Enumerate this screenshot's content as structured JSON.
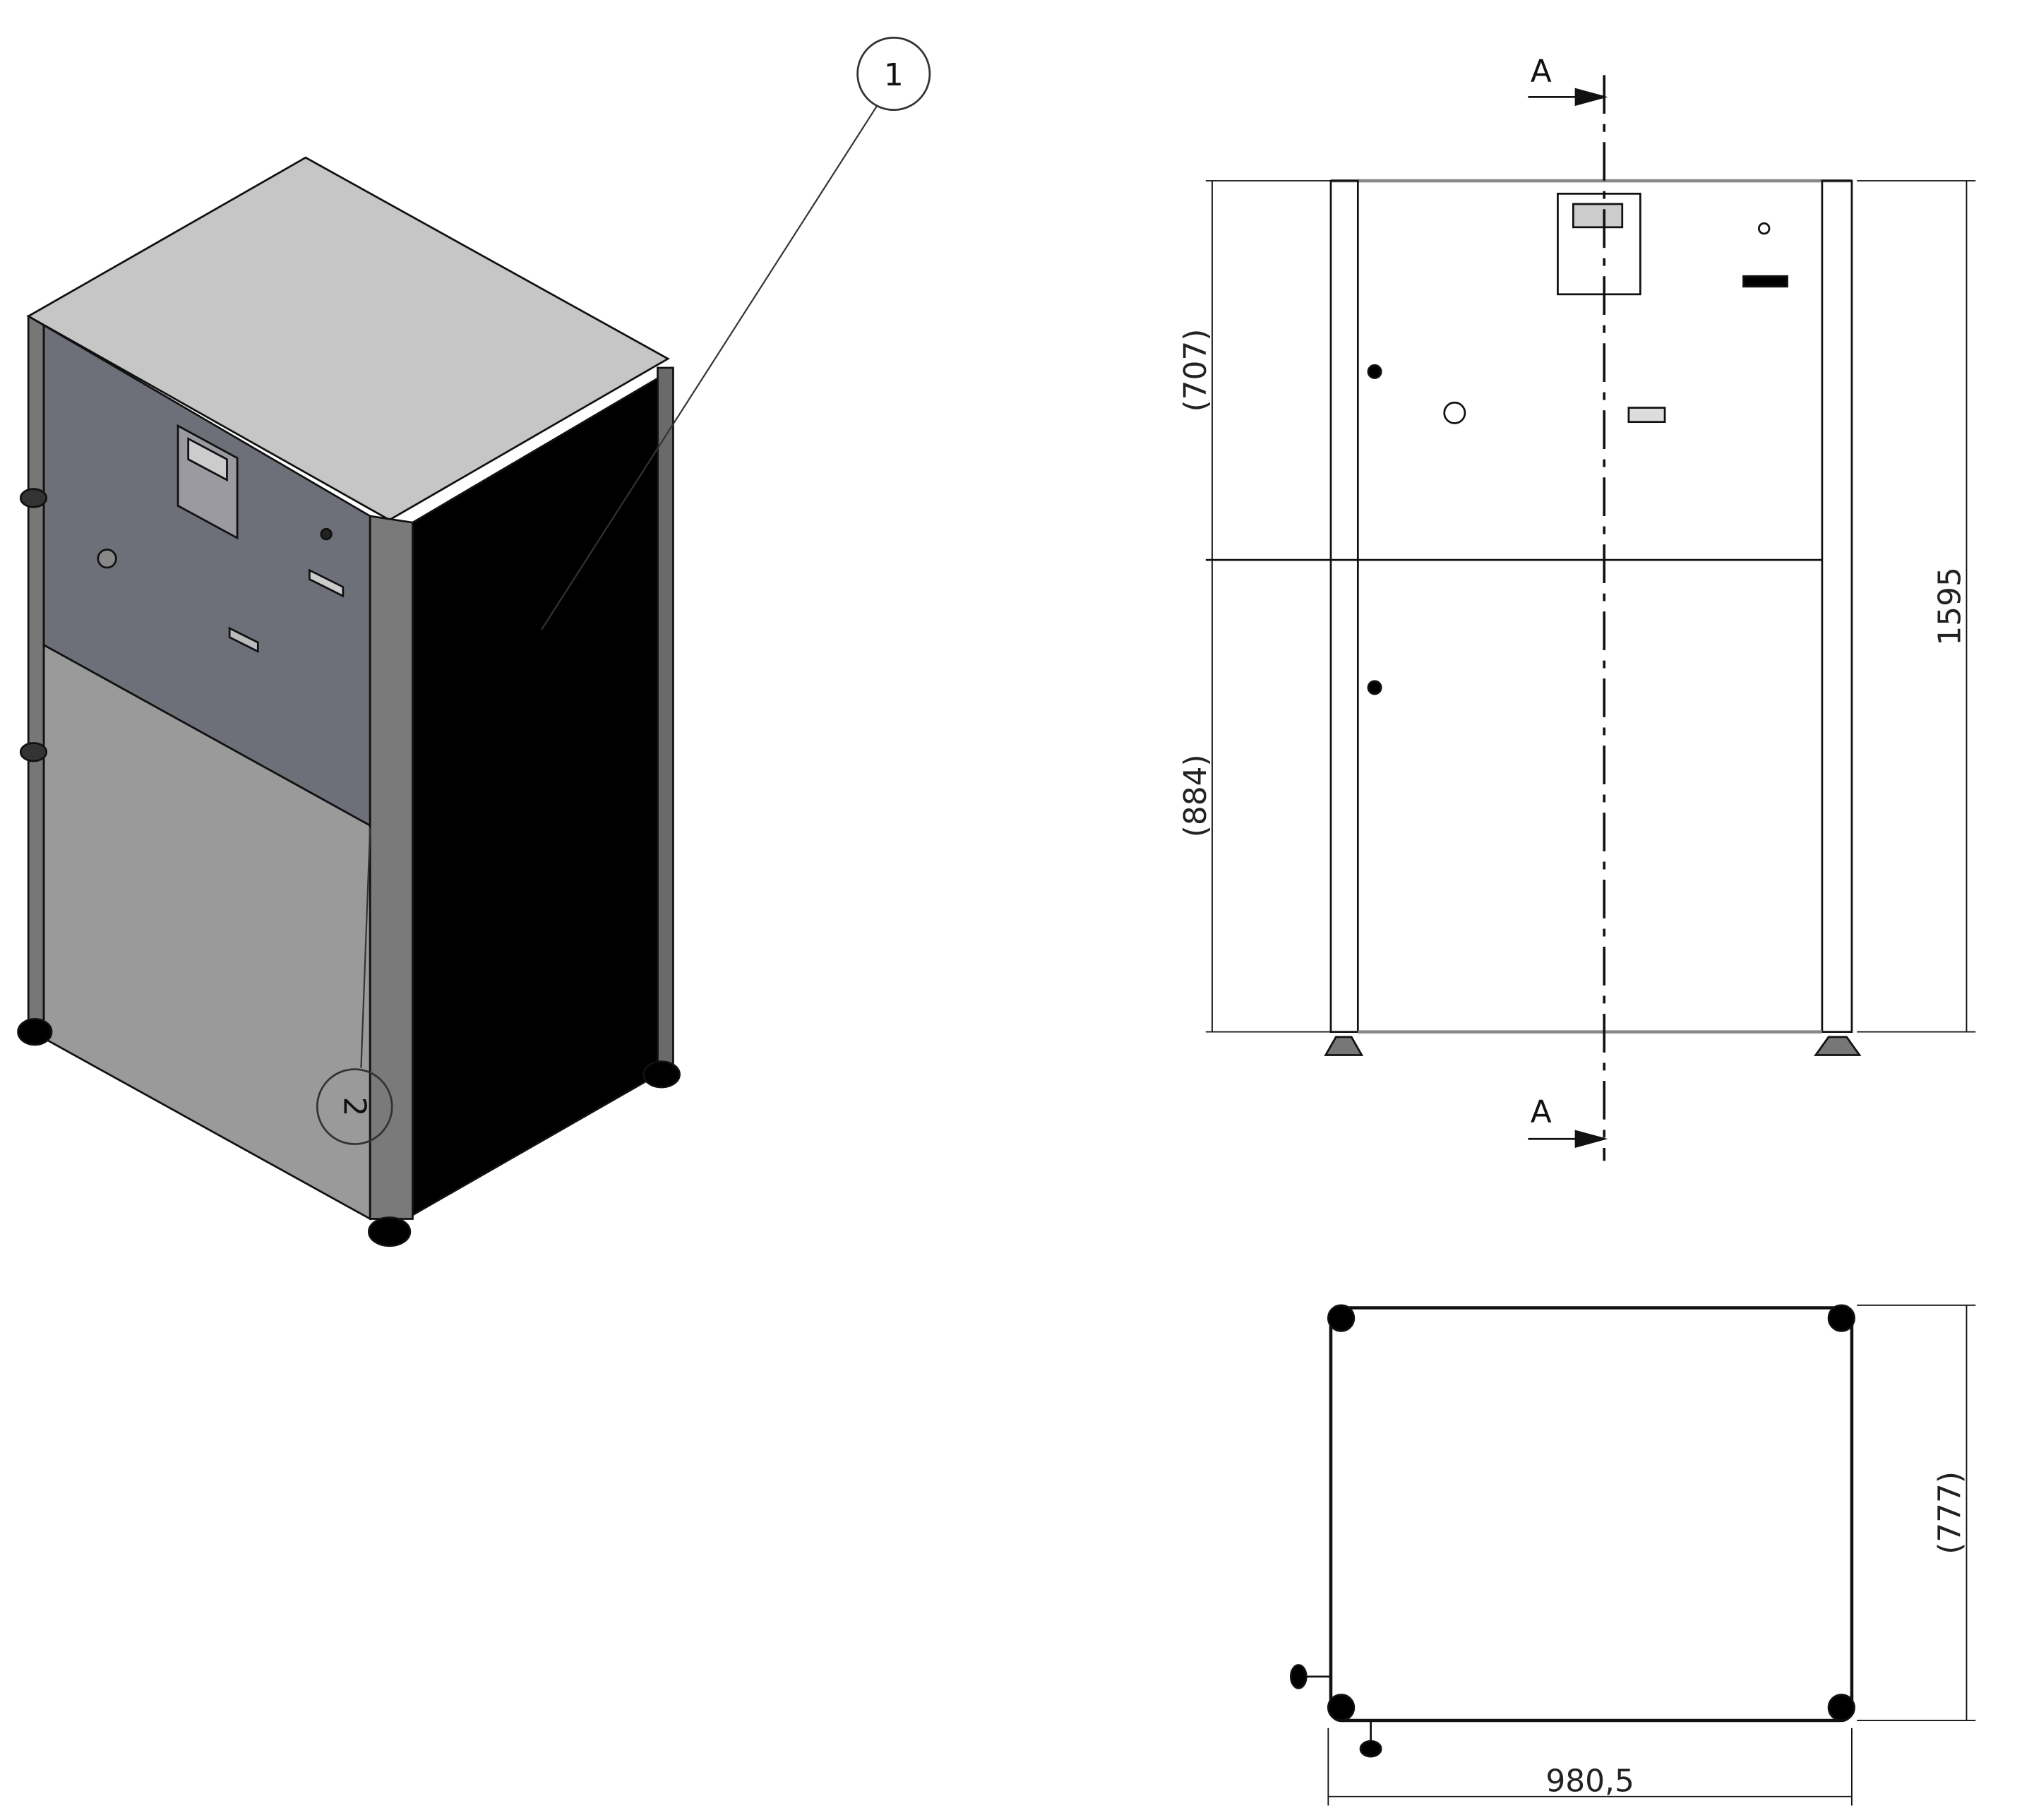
{
  "balloons": {
    "item1": "1",
    "item2": "2"
  },
  "section": {
    "label_top": "A",
    "label_bottom": "A"
  },
  "front_view": {
    "dim_upper": "(707)",
    "dim_lower": "(884)",
    "dim_height": "1595"
  },
  "top_view": {
    "dim_depth": "(777)",
    "dim_width": "980,5"
  },
  "colors": {
    "top_face": "#c6c6c6",
    "upper_panel": "#6e7079",
    "lower_panel": "#9a9a9a",
    "side_face": "#000000",
    "column": "#7a7a7a",
    "line": "#111111"
  }
}
